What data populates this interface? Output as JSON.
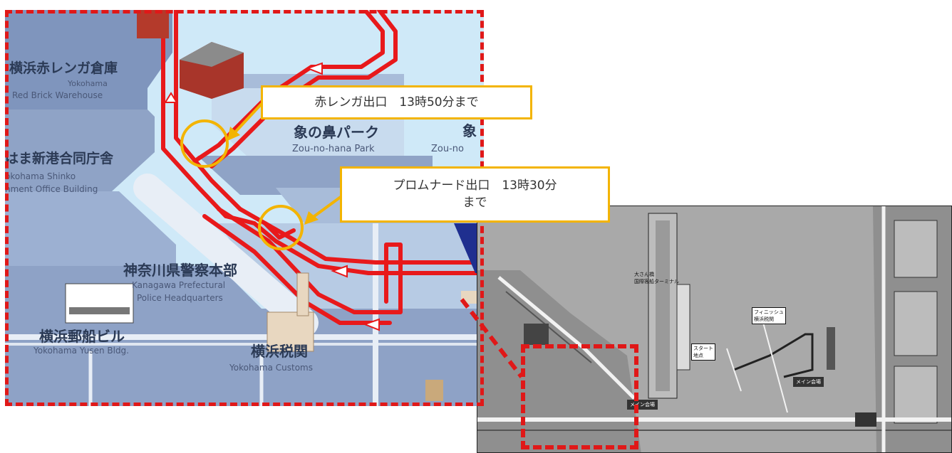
{
  "detail_map": {
    "labels": {
      "red_brick_jp": "横浜赤レンガ倉庫",
      "red_brick_en1": "Yokohama",
      "red_brick_en2": "Red Brick Warehouse",
      "zou_park_jp": "象の鼻パーク",
      "zou_park_en": "Zou-no-hana Park",
      "zou_park2_jp": "象",
      "zou_park2_en": "Zou-no",
      "shinko_jp": "はま新港合同庁舎",
      "shinko_en1": "okohama Shinko",
      "shinko_en2": "nment Office Building",
      "police_jp": "神奈川県警察本部",
      "police_en1": "Kanagawa Prefectural",
      "police_en2": "Police Headquarters",
      "yusen_jp": "横浜郵船ビル",
      "yusen_en": "Yokohama Yusen Bldg.",
      "customs_jp": "横浜税関",
      "customs_en": "Yokohama Customs"
    },
    "callouts": {
      "red_brick_exit": "赤レンガ出口　13時50分まで",
      "promenade_exit_line1": "プロムナード出口　13時30分",
      "promenade_exit_line2": "まで"
    }
  },
  "overview_map": {
    "tags": {
      "finish": "フィニッシュ\n横浜税関",
      "start": "スタート\n地点",
      "main_venue": "メイン会場",
      "area_dark": "メイン会場",
      "pier": "大さん橋\n国際客船ターミナル"
    }
  },
  "colors": {
    "route": "#e8191b",
    "callout_border": "#f3b400",
    "sea": "#cfe9f8",
    "land": "#8fa3c6"
  }
}
